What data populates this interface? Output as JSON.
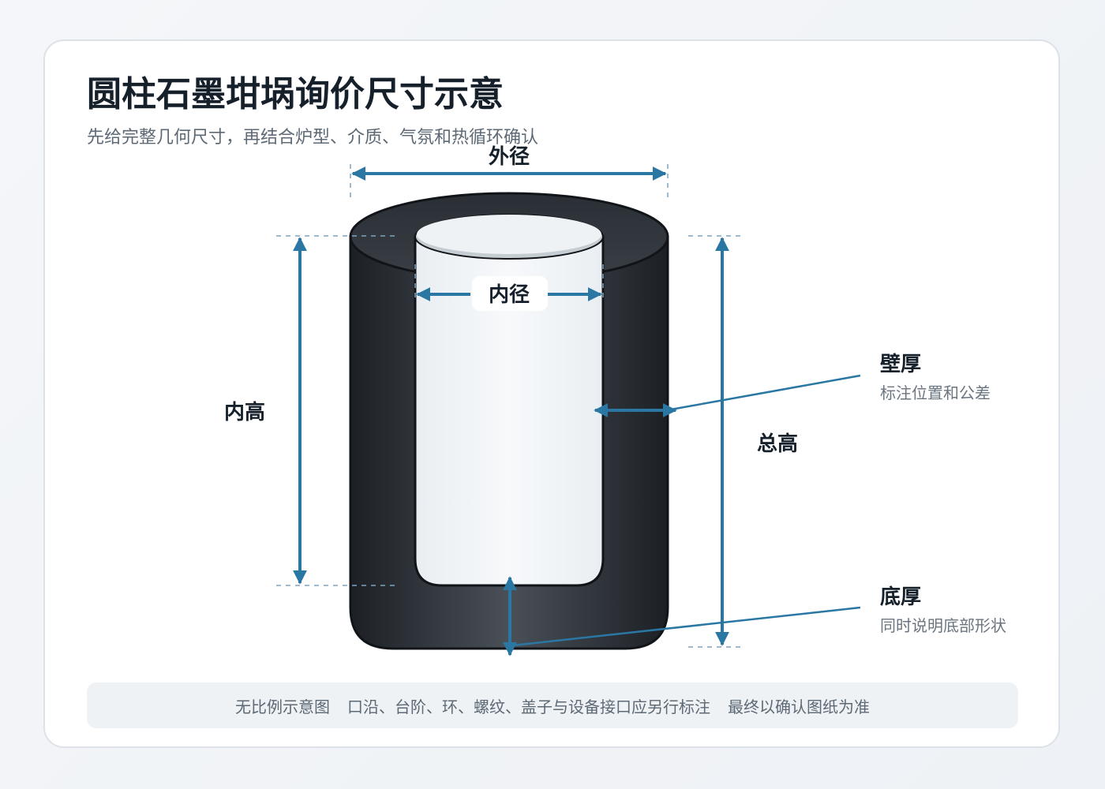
{
  "header": {
    "title": "圆柱石墨坩埚询价尺寸示意",
    "subtitle": "先给完整几何尺寸，再结合炉型、介质、气氛和热循环确认"
  },
  "labels": {
    "outer_diameter": "外径",
    "inner_diameter": "内径",
    "inner_height": "内高",
    "total_height": "总高",
    "wall_thickness": "壁厚",
    "wall_thickness_note": "标注位置和公差",
    "bottom_thickness": "底厚",
    "bottom_thickness_note": "同时说明底部形状"
  },
  "footer": {
    "items": [
      "无比例示意图",
      "口沿、台阶、环、螺纹、盖子与设备接口应另行标注",
      "最终以确认图纸为准"
    ]
  },
  "colors": {
    "accent": "#2a77a4",
    "crucible_body": "#262b31",
    "cavity": "#f3f6f8",
    "title": "#16202b"
  }
}
